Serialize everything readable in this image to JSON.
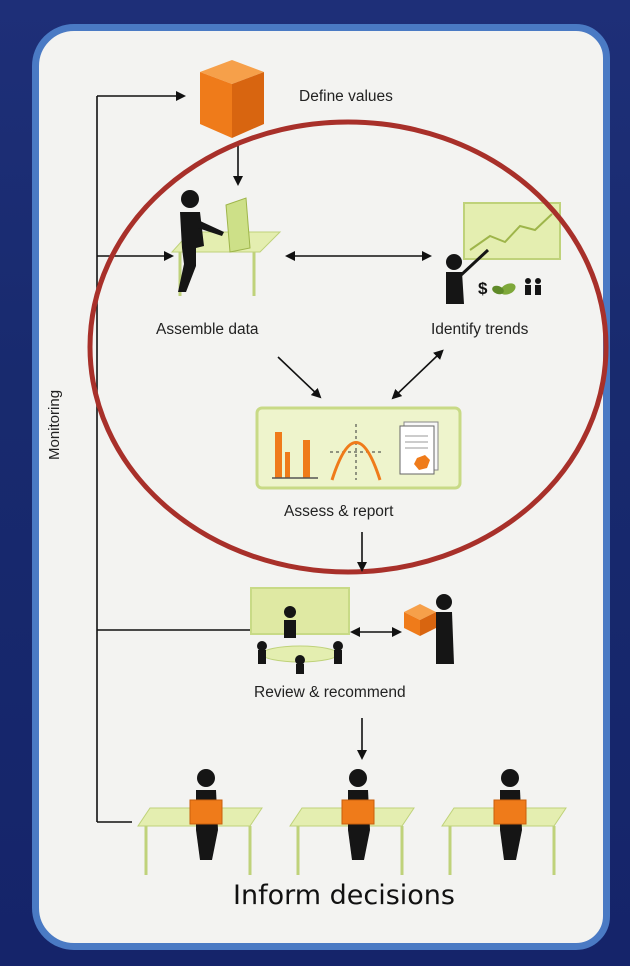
{
  "colors": {
    "background": "#1e2f78",
    "frame": "#4a7ac4",
    "panel": "#f3f3f1",
    "circle": "#a8302a",
    "orange": "#f07d1d",
    "green_fill": "#e4eeb0",
    "green_stroke": "#bfd27a",
    "figure": "#151515"
  },
  "steps": {
    "define_values": "Define values",
    "assemble_data": "Assemble data",
    "identify_trends": "Identify trends",
    "assess_report": "Assess & report",
    "review_recommend": "Review & recommend",
    "inform_decisions": "Inform decisions"
  },
  "monitoring_label": "Monitoring",
  "trend_icons": [
    "dollar-icon",
    "leaf-icon",
    "people-icon"
  ]
}
